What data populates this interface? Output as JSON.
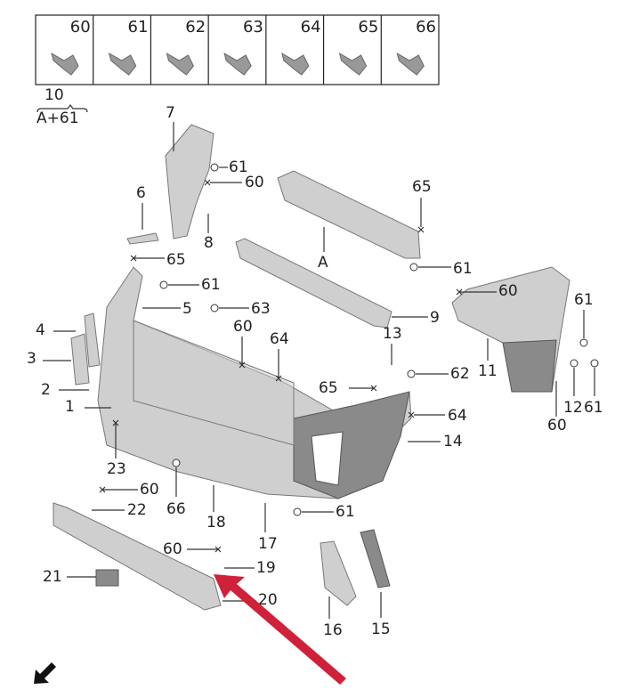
{
  "fastener_table": {
    "items": [
      "60",
      "61",
      "62",
      "63",
      "64",
      "65",
      "66"
    ]
  },
  "assembly_note": {
    "number": "10",
    "contents": "A+61"
  },
  "callouts": [
    "7",
    "61",
    "60",
    "6",
    "65",
    "8",
    "65",
    "A",
    "61",
    "61",
    "60",
    "61",
    "5",
    "63",
    "9",
    "4",
    "60",
    "64",
    "13",
    "3",
    "11",
    "62",
    "2",
    "65",
    "61",
    "12",
    "60",
    "1",
    "64",
    "14",
    "23",
    "60",
    "66",
    "22",
    "18",
    "61",
    "17",
    "60",
    "19",
    "21",
    "20",
    "16",
    "15"
  ],
  "colors": {
    "highlight_arrow": "#d0213a",
    "part_gray": "#cfcfcf",
    "bumper_gray": "#8a8a8a"
  }
}
